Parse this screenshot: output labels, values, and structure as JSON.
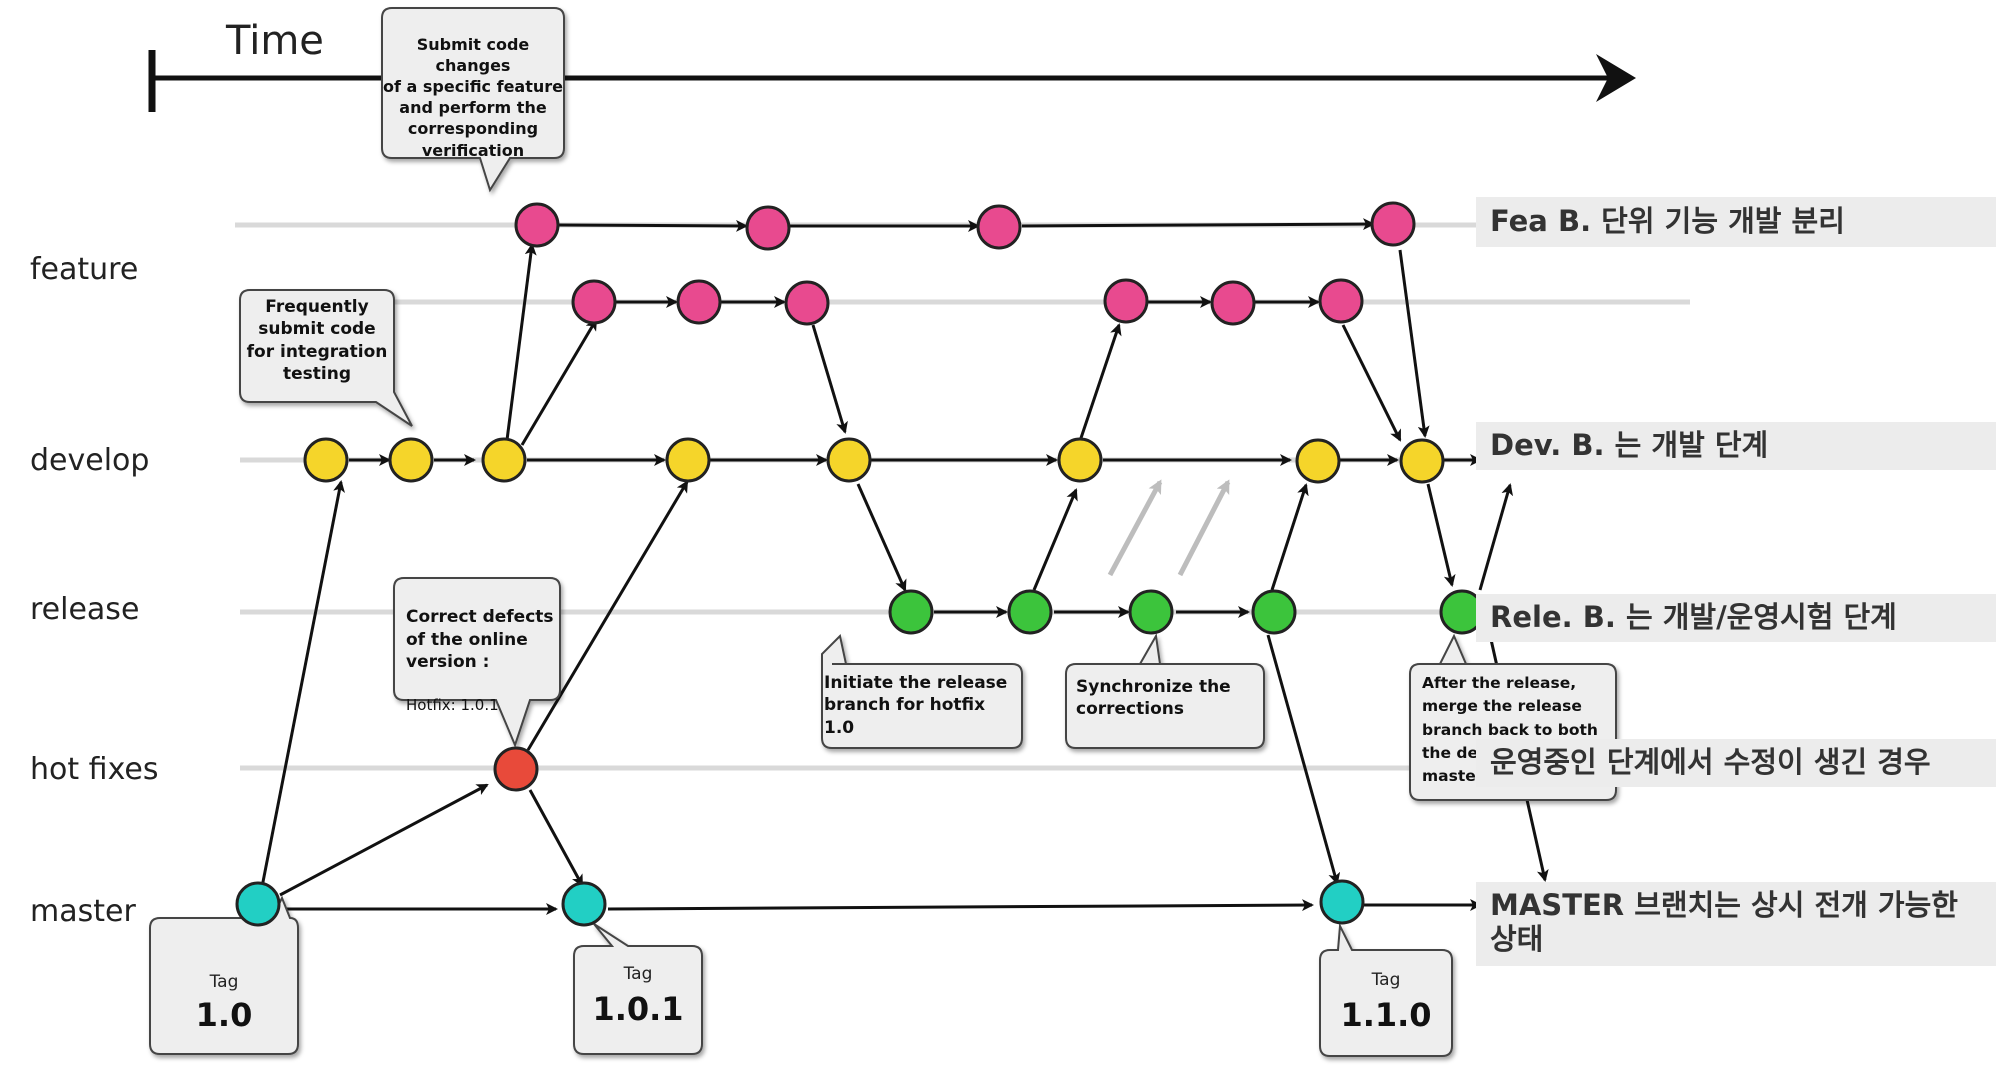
{
  "time_label": "Time",
  "lanes": {
    "feature": "feature",
    "develop": "develop",
    "release": "release",
    "hotfixes": "hot fixes",
    "master": "master"
  },
  "callouts": {
    "submit_feature": "Submit code changes\nof a specific feature\nand perform the\ncorresponding\nverification",
    "frequent_submit": "Frequently\nsubmit code\nfor integration\ntesting",
    "correct_defects": "Correct defects\nof the online\nversion :",
    "hotfix_version": "Hotfix: 1.0.1",
    "initiate_release": "Initiate the release\nbranch for hotfix 1.0",
    "synchronize": "Synchronize the\ncorrections",
    "after_release": "After the release,\nmerge the release\nbranch back to both\nthe de\nmaste"
  },
  "tags": [
    {
      "title": "Tag",
      "version": "1.0"
    },
    {
      "title": "Tag",
      "version": "1.0.1"
    },
    {
      "title": "Tag",
      "version": "1.1.0"
    }
  ],
  "korean_notes": {
    "feature": "Fea B. 단위 기능 개발 분리",
    "develop": "Dev. B. 는 개발 단계",
    "release": "Rele. B. 는 개발/운영시험 단계",
    "hotfix": "운영중인 단계에서 수정이 생긴 경우",
    "master_line1": "MASTER 브랜치는 상시 전개 가능한",
    "master_line2": "상태"
  },
  "colors": {
    "feature": "#e84a8f",
    "develop": "#f5d52a",
    "release": "#3cc43c",
    "hotfix": "#e84a3a",
    "master": "#22cfc4"
  }
}
